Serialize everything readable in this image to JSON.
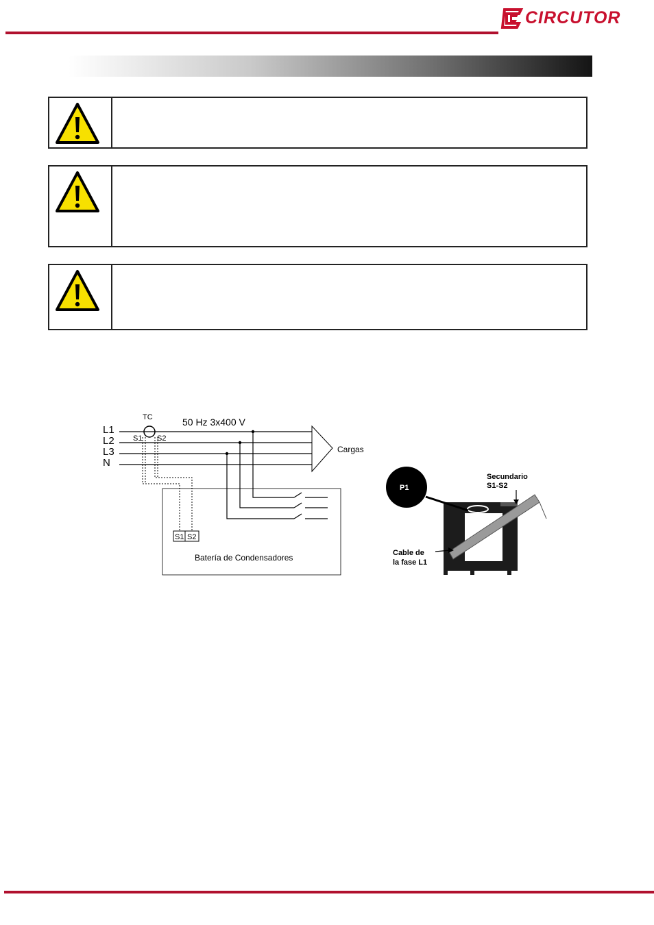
{
  "header": {
    "brand": "CIRCUTOR",
    "brand_color": "#c8102e",
    "rule_color": "#b0102e"
  },
  "warnings": [
    {
      "icon": "warning-triangle-icon"
    },
    {
      "icon": "warning-triangle-icon"
    },
    {
      "icon": "warning-triangle-icon"
    }
  ],
  "wiring_diagram": {
    "line_labels": [
      "L1",
      "L2",
      "L3",
      "N"
    ],
    "ct_label": "TC",
    "ct_terminal_s1": "S1",
    "ct_terminal_s2": "S2",
    "supply_label": "50 Hz 3x400 V",
    "load_label": "Cargas",
    "terminal_s1": "S1",
    "terminal_s2": "S2",
    "capacitor_bank_label": "Batería de Condensadores"
  },
  "ct_photo": {
    "p1_label": "P1",
    "secondary_label_line1": "Secundario",
    "secondary_label_line2": "S1-S2",
    "cable_label_line1": "Cable de",
    "cable_label_line2": "la fase L1"
  }
}
